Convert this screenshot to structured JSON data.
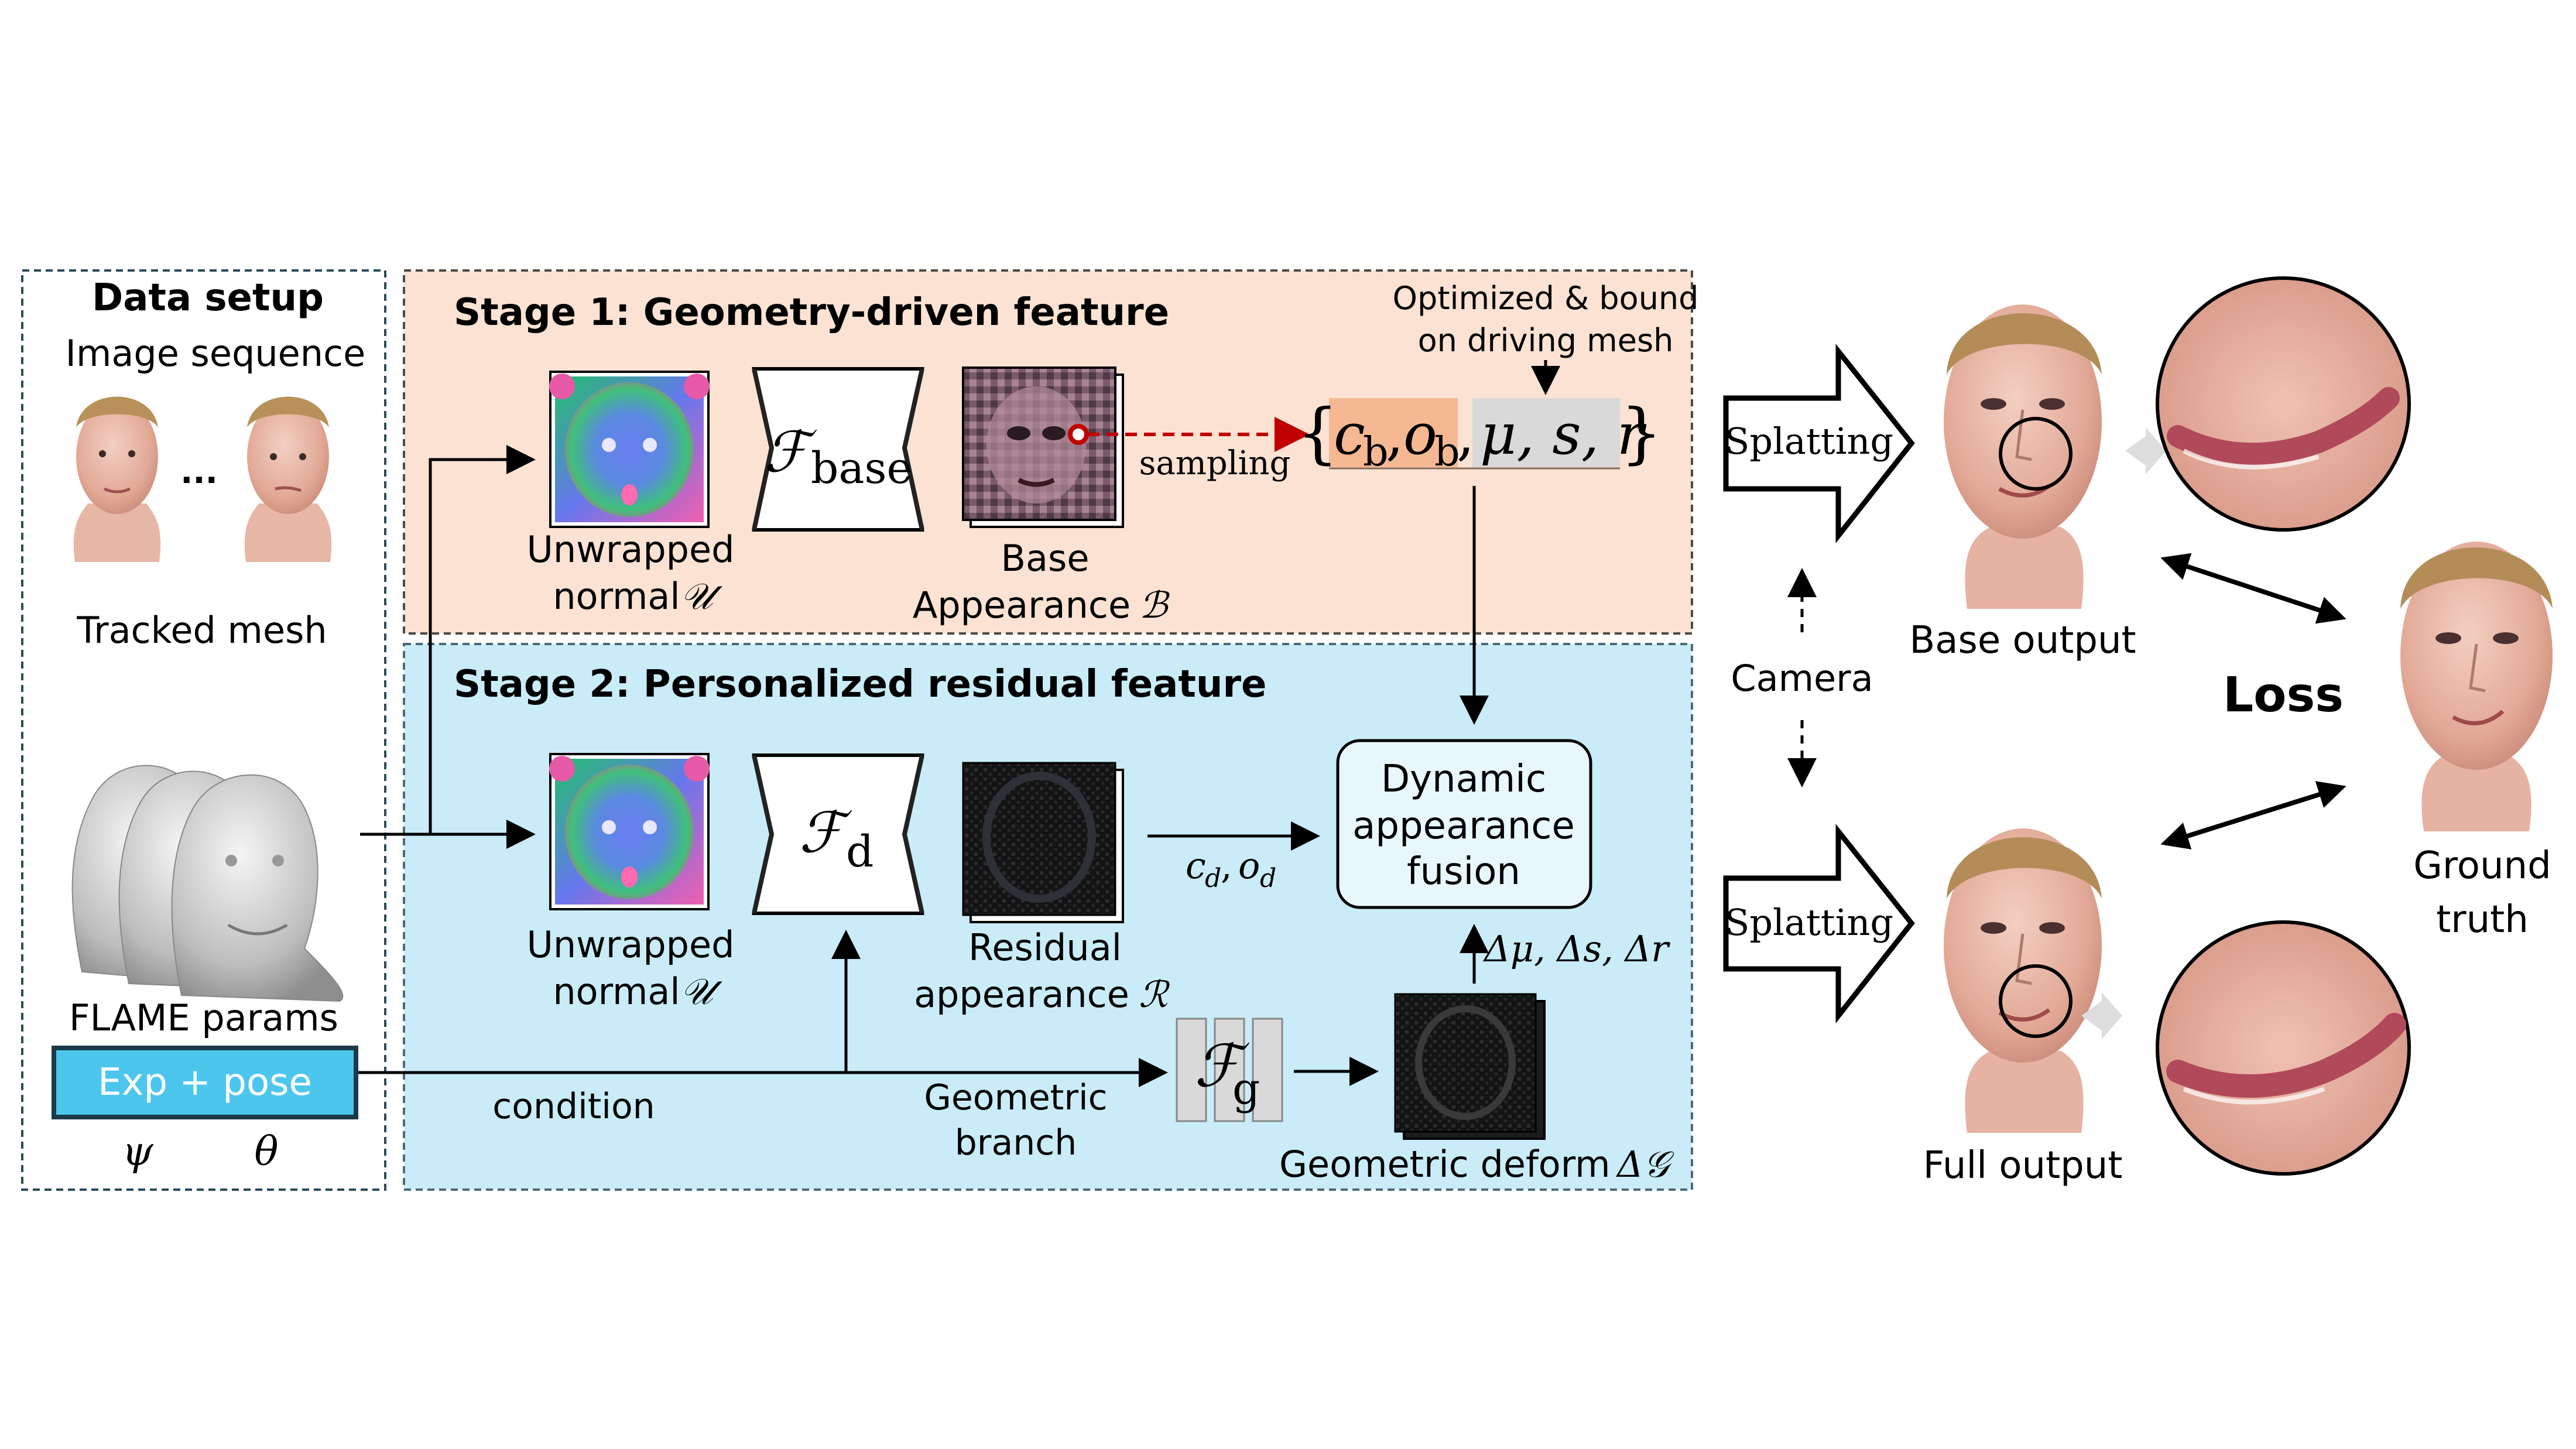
{
  "data_setup": {
    "title": "Data setup",
    "image_sequence_label": "Image sequence",
    "ellipsis": "...",
    "tracked_mesh_label": "Tracked mesh",
    "flame_params_label": "FLAME params",
    "exp_pose_label": "Exp + pose",
    "psi": "ψ",
    "theta": "θ"
  },
  "stage1": {
    "title": "Stage 1: Geometry-driven feature",
    "unwrapped_normal_line1": "Unwrapped",
    "unwrapped_normal_line2": "normal",
    "u_symbol": "𝒰",
    "network_symbol": "ℱ",
    "network_sub": "base",
    "base_appearance_line1": "Base",
    "base_appearance_line2": "Appearance",
    "b_symbol": "ℬ",
    "sampling_label": "sampling",
    "optimized_line1": "Optimized & bound",
    "optimized_line2": "on driving mesh",
    "brace_open": "{",
    "brace_close": "}",
    "c": "c",
    "c_sub": "b",
    "o": "o",
    "o_sub": "b",
    "rest": "μ, s, r",
    "comma": ","
  },
  "stage2": {
    "title": "Stage 2: Personalized residual feature",
    "unwrapped_normal_line1": "Unwrapped",
    "unwrapped_normal_line2": "normal",
    "u_symbol": "𝒰",
    "network_symbol": "ℱ",
    "network_sub": "d",
    "residual_line1": "Residual",
    "residual_line2": "appearance",
    "r_symbol": "ℛ",
    "cd_od": "c",
    "cd_sub": "d",
    "od": "o",
    "od_sub": "d",
    "fusion_line1": "Dynamic",
    "fusion_line2": "appearance",
    "fusion_line3": "fusion",
    "deltas": "Δμ, Δs, Δr",
    "condition_label": "condition",
    "geo_branch_line1": "Geometric",
    "geo_branch_line2": "branch",
    "fg_symbol": "ℱ",
    "fg_sub": "g",
    "geo_deform_label": "Geometric deform",
    "dg_symbol": "Δ𝒢"
  },
  "outputs": {
    "splatting_label": "Splatting",
    "camera_label": "Camera",
    "base_output_label": "Base output",
    "full_output_label": "Full output",
    "loss_label": "Loss",
    "ground_truth_line1": "Ground",
    "ground_truth_line2": "truth"
  },
  "colors": {
    "stage1_bg": "#fbe2d2",
    "stage2_bg": "#c9ecf8",
    "exp_pose_fill": "#4dc6ee",
    "sampling_arrow": "#c00000",
    "cb_highlight": "#f6b893",
    "params_highlight": "#d9d9d9",
    "skin": "#e8b8a8"
  }
}
